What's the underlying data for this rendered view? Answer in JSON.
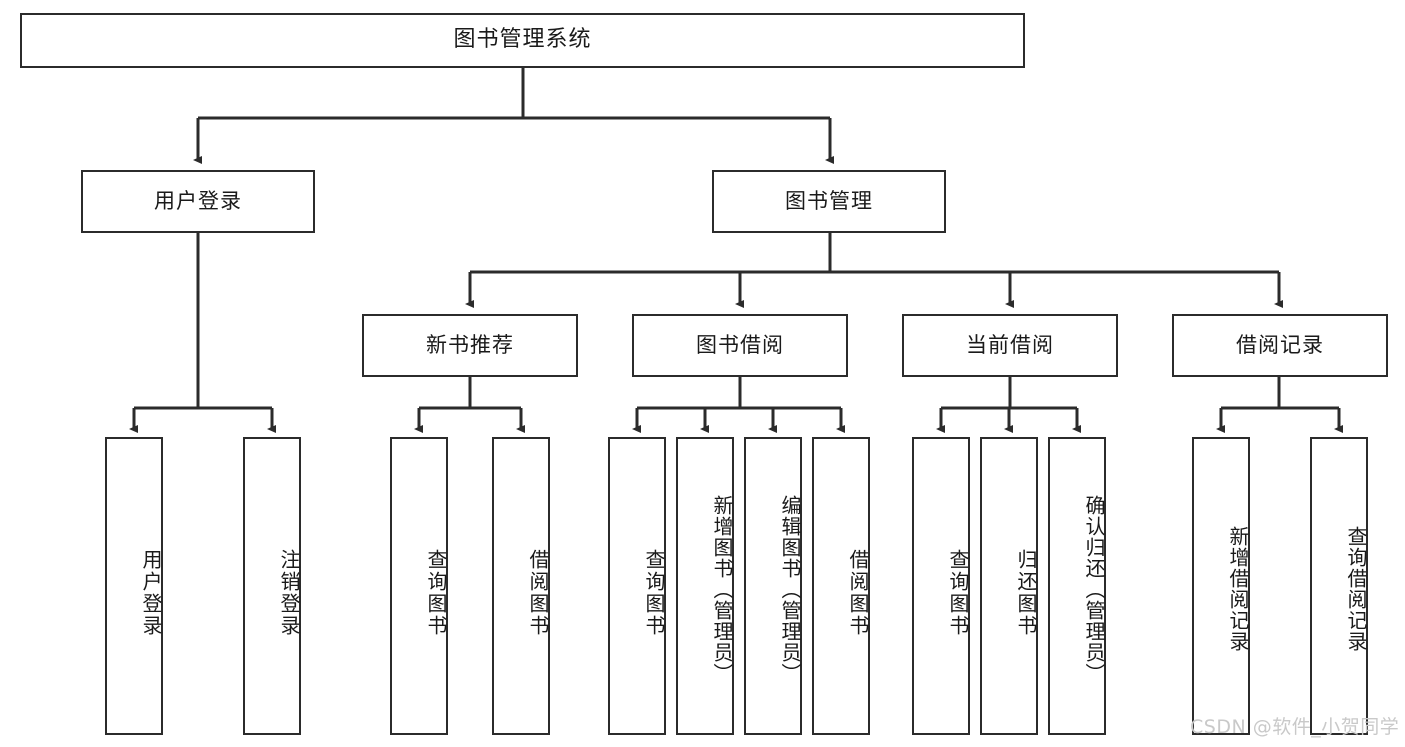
{
  "diagram": {
    "title": "图书管理系统",
    "root": {
      "id": "root",
      "label": "图书管理系统"
    },
    "level1": [
      {
        "id": "user-login",
        "label": "用户登录"
      },
      {
        "id": "book-manage",
        "label": "图书管理"
      }
    ],
    "level2": [
      {
        "id": "new-book-recommend",
        "label": "新书推荐",
        "parent": "book-manage"
      },
      {
        "id": "book-borrow",
        "label": "图书借阅",
        "parent": "book-manage"
      },
      {
        "id": "current-borrow",
        "label": "当前借阅",
        "parent": "book-manage"
      },
      {
        "id": "borrow-record",
        "label": "借阅记录",
        "parent": "book-manage"
      }
    ],
    "leaves": {
      "user-login": [
        {
          "id": "leaf-user-login",
          "label": "用户登录"
        },
        {
          "id": "leaf-user-logout",
          "label": "注销登录"
        }
      ],
      "new-book-recommend": [
        {
          "id": "leaf-query-book-1",
          "label": "查询图书"
        },
        {
          "id": "leaf-borrow-book-1",
          "label": "借阅图书"
        }
      ],
      "book-borrow": [
        {
          "id": "leaf-query-book-2",
          "label": "查询图书"
        },
        {
          "id": "leaf-add-book-admin",
          "label": "新增图书（管理员）"
        },
        {
          "id": "leaf-edit-book-admin",
          "label": "编辑图书（管理员）"
        },
        {
          "id": "leaf-borrow-book-2",
          "label": "借阅图书"
        }
      ],
      "current-borrow": [
        {
          "id": "leaf-query-book-3",
          "label": "查询图书"
        },
        {
          "id": "leaf-return-book",
          "label": "归还图书"
        },
        {
          "id": "leaf-confirm-return-admin",
          "label": "确认归还（管理员）"
        }
      ],
      "borrow-record": [
        {
          "id": "leaf-add-borrow-record",
          "label": "新增借阅记录"
        },
        {
          "id": "leaf-query-borrow-record",
          "label": "查询借阅记录"
        }
      ]
    }
  },
  "watermark": {
    "text": "CSDN @软件_小贺同学"
  },
  "colors": {
    "stroke": "#2b2b2b",
    "text": "#1a1a1a",
    "background": "#ffffff",
    "watermark": "#c9c9c9"
  }
}
